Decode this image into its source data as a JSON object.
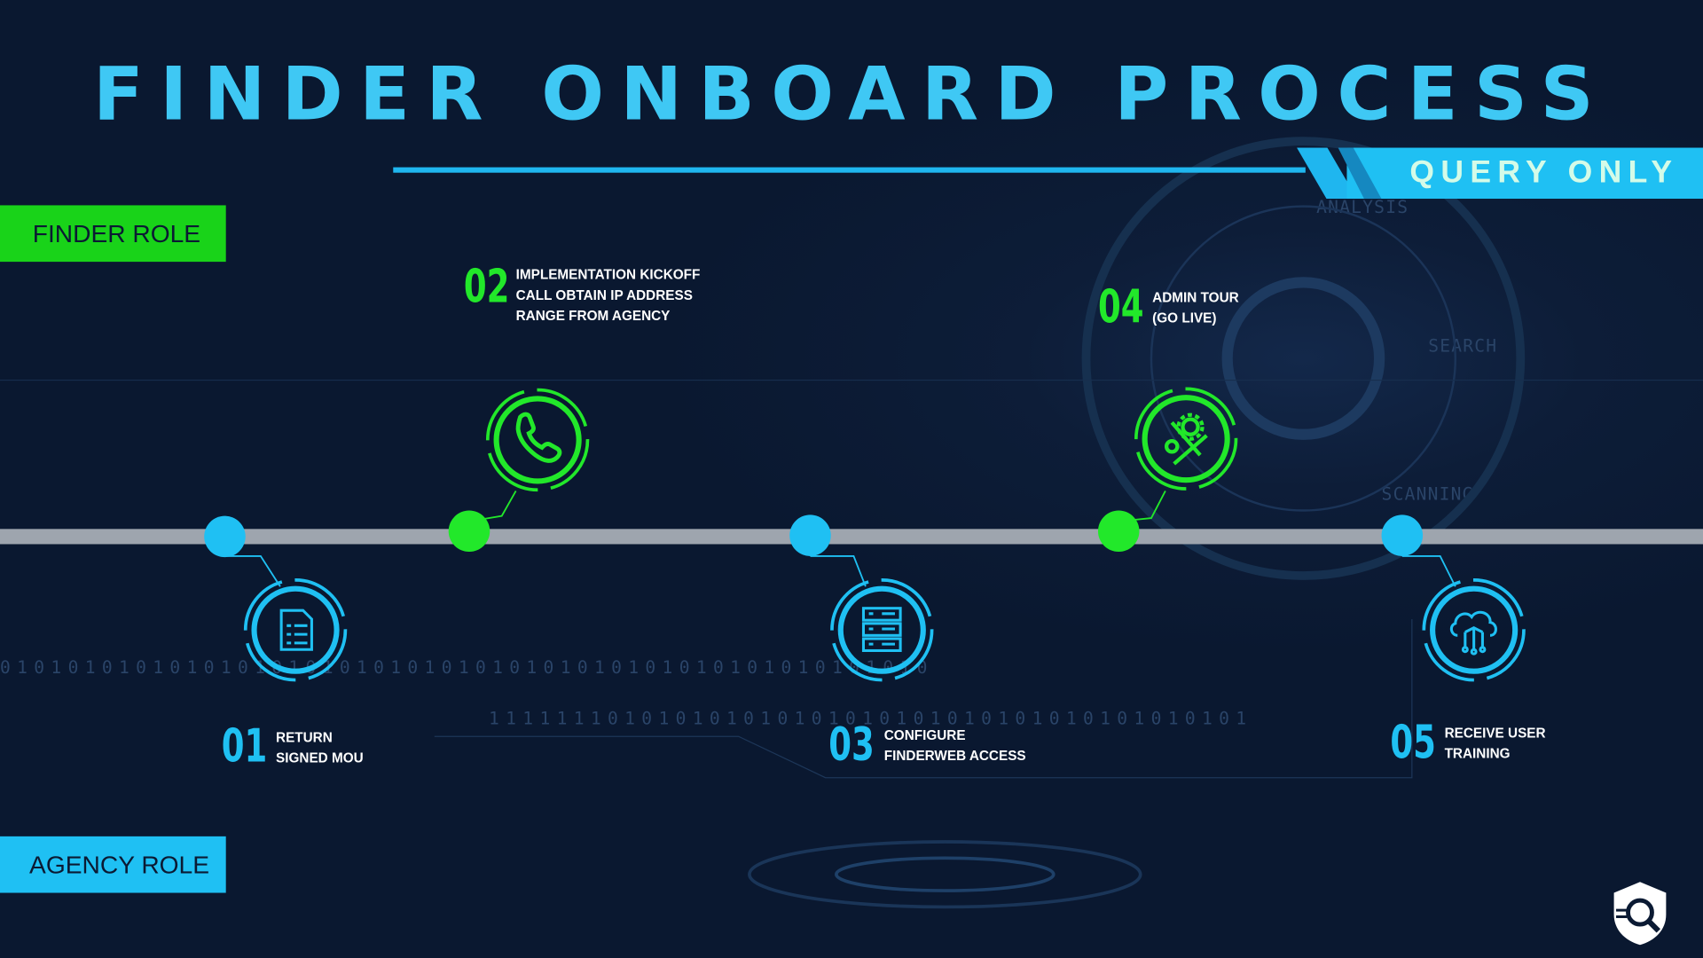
{
  "title": "FINDER ONBOARD PROCESS",
  "badge": "QUERY ONLY",
  "roles": {
    "finder": "FINDER ROLE",
    "agency": "AGENCY ROLE"
  },
  "colors": {
    "finder": "#22e82a",
    "agency": "#1fc0f3",
    "timeline": "#9ea5ae",
    "background": "#0a1830"
  },
  "steps": [
    {
      "number": "01",
      "text": "RETURN\nSIGNED MOU",
      "role": "agency",
      "icon": "document-list-icon"
    },
    {
      "number": "02",
      "text": "IMPLEMENTATION KICKOFF\nCALL OBTAIN IP ADDRESS\nRANGE FROM AGENCY",
      "role": "finder",
      "icon": "phone-icon"
    },
    {
      "number": "03",
      "text": "CONFIGURE\nFINDERWEB ACCESS",
      "role": "agency",
      "icon": "server-icon"
    },
    {
      "number": "04",
      "text": "ADMIN TOUR\n(GO LIVE)",
      "role": "finder",
      "icon": "gear-wrench-icon"
    },
    {
      "number": "05",
      "text": "RECEIVE USER\nTRAINING",
      "role": "agency",
      "icon": "cloud-network-icon"
    }
  ],
  "background_labels": [
    "SEARCH",
    "SCANNING",
    "ANALYSIS"
  ]
}
